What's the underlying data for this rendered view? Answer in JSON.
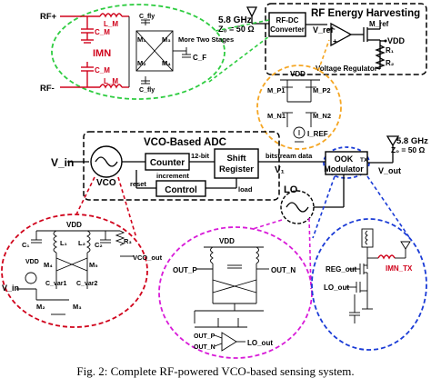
{
  "colors": {
    "green_dash": "#2ecc40",
    "orange_dash": "#f5a623",
    "red_dash": "#d0021b",
    "magenta_dash": "#d81bd8",
    "blue_dash": "#1a3bd6",
    "wire": "#000000",
    "imn_red": "#d0021b"
  },
  "rf_harvest": {
    "title": "RF Energy Harvesting",
    "freq": "5.8 GHz",
    "z0": "Z₀ = 50 Ω",
    "rfdc_line1": "RF-DC",
    "rfdc_line2": "Converter",
    "vref": "V_ref",
    "mref": "M_ref",
    "vdd": "VDD",
    "r1": "R₁",
    "r2": "R₂",
    "regulator_label": "Voltage Regulator"
  },
  "imn_block": {
    "rf_plus": "RF+",
    "rf_minus": "RF-",
    "lm_top": "L_M",
    "cm_top": "C_M",
    "imn": "IMN",
    "cm_bot": "C_M",
    "lm_bot": "L_M",
    "cfly_top": "C_fly",
    "cfly_bot": "C_fly",
    "m1": "M₁",
    "m2": "M₂",
    "m3": "M₃",
    "m4": "M₄",
    "cf": "C_F",
    "stages": "More Two Stages"
  },
  "vref_gen": {
    "vdd": "VDD",
    "mp1": "M_P1",
    "mp2": "M_P2",
    "mn1": "M_N1",
    "mn2": "M_N2",
    "iref": "I_REF"
  },
  "adc": {
    "title": "VCO-Based ADC",
    "vin": "V_in",
    "vco": "VCO",
    "counter": "Counter",
    "bits": "12-bit",
    "increment": "increment",
    "shift_line1": "Shift",
    "shift_line2": "Register",
    "reset": "reset",
    "control": "Control",
    "load": "load",
    "bitstream": "bitstream data",
    "v1": "V₁"
  },
  "tx": {
    "freq": "5.8 GHz",
    "z0": "Z₀ = 50 Ω",
    "ook_line1": "OOK",
    "ook_line2": "Modulator",
    "tx": "TX",
    "vout": "V_out",
    "lo": "LO"
  },
  "vco_detail": {
    "vdd": "VDD",
    "c1": "C₁",
    "l1": "L₁",
    "l2": "L₂",
    "c2": "C₂",
    "r3": "R₃",
    "vco_out": "VCO_out",
    "vdd_small": "VDD",
    "m4": "M₄",
    "m5": "M₅",
    "cvar1": "C_var1",
    "cvar2": "C_var2",
    "vin": "V_in",
    "m2": "M₂",
    "m3": "M₃"
  },
  "lo_detail": {
    "vdd": "VDD",
    "outp": "OUT_P",
    "outn": "OUT_N",
    "outp_b": "OUT_P",
    "outn_b": "OUT_N",
    "lo_out": "LO_out"
  },
  "ook_detail": {
    "reg_out": "REG_out",
    "lo_out": "LO_out",
    "imn_tx": "IMN_TX"
  },
  "caption": "Fig. 2: Complete RF-powered VCO-based sensing system."
}
